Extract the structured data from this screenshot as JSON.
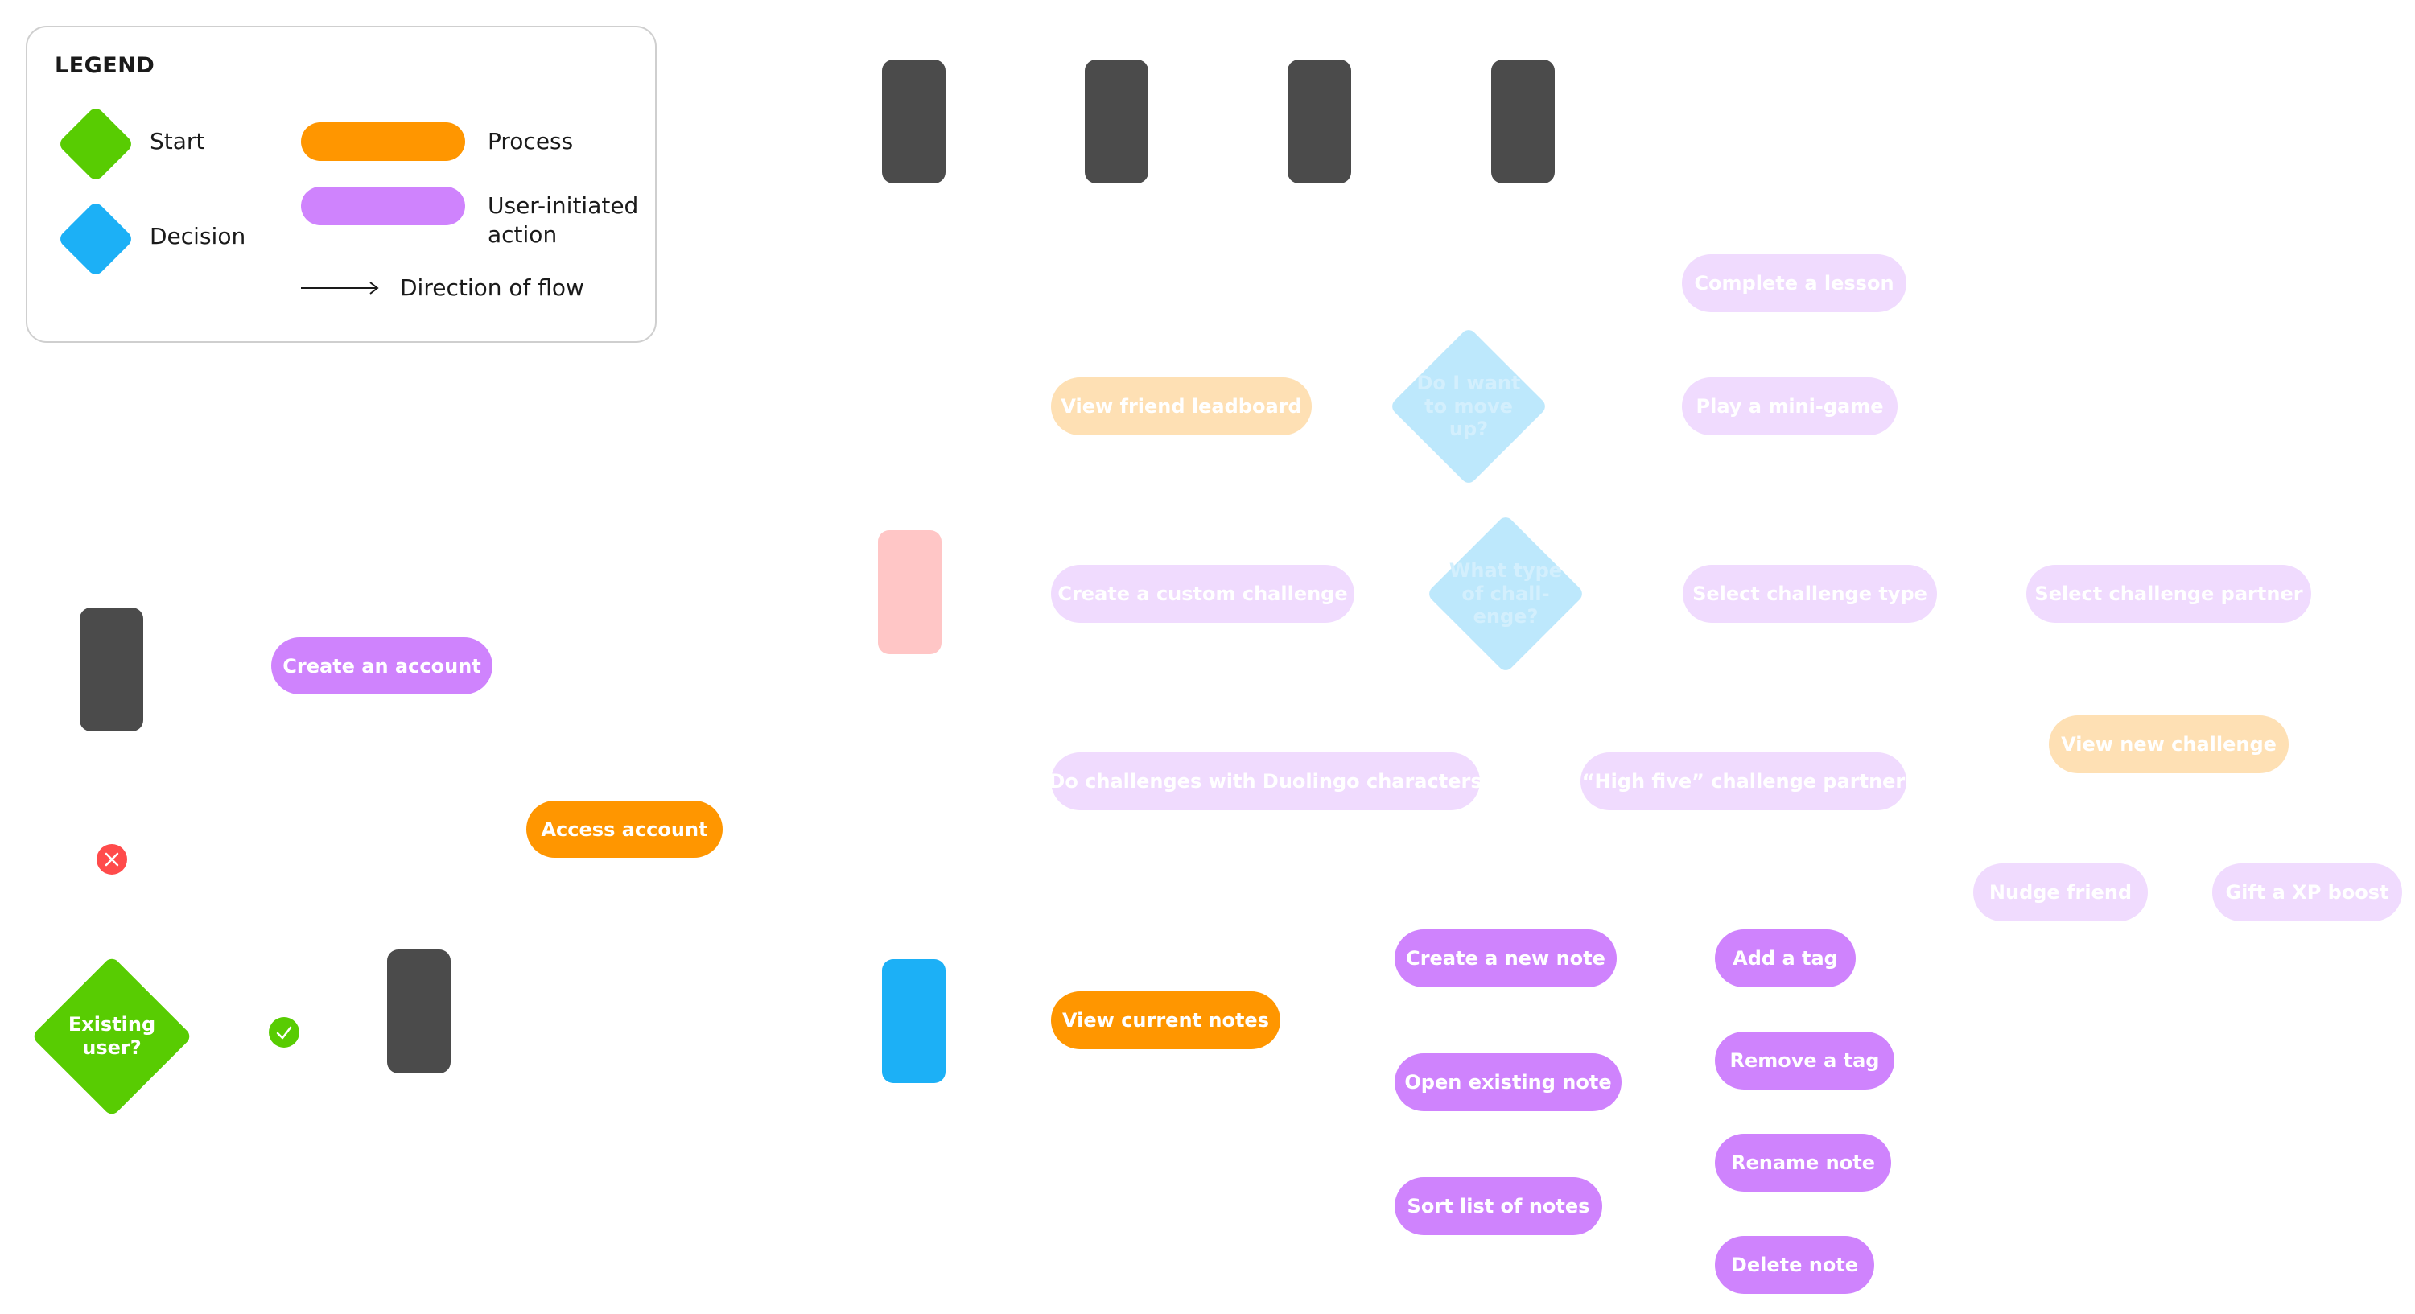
{
  "legend": {
    "title": "LEGEND",
    "items": [
      {
        "shape": "diamond",
        "label": "Start",
        "color": "#58cc02"
      },
      {
        "shape": "diamond",
        "label": "Decision",
        "color": "#1cb0f6"
      },
      {
        "shape": "pill",
        "label": "Process",
        "color": "#ff9600"
      },
      {
        "shape": "pill",
        "label_line1": "User-initiated",
        "label_line2": "action",
        "color": "#cf83fd"
      },
      {
        "shape": "arrow",
        "label": "Direction of flow",
        "color": "#1a1a1a"
      }
    ]
  },
  "colors": {
    "start": "#58cc02",
    "decision": "#1cb0f6",
    "process": "#ff9600",
    "user_action": "#cf83fd",
    "screen": "#4b4b4b",
    "error": "#ff4b4b",
    "faded_user_action": "#f0dbfe",
    "faded_process": "#fee0b4",
    "faded_decision": "#bde8fc",
    "faded_screen": "#ffc6c6"
  },
  "onboarding": {
    "start_decision": {
      "line1": "Existing",
      "line2": "user?"
    },
    "no_icon": "x-circle-icon",
    "yes_icon": "check-circle-icon",
    "create_account": "Create an account",
    "access_account": "Access account"
  },
  "friends_flow": {
    "view_leaderboard": "View friend leadboard",
    "decision_move_up": {
      "line1": "Do I want",
      "line2": "to move",
      "line3": "up?"
    },
    "complete_lesson": "Complete a lesson",
    "play_minigame": "Play a mini-game",
    "create_custom_challenge": "Create a custom challenge",
    "decision_challenge_type": {
      "line1": "What type",
      "line2": "of chall-",
      "line3": "enge?"
    },
    "select_challenge_type": "Select challenge type",
    "select_challenge_partner": "Select challenge partner",
    "view_new_challenge": "View new challenge",
    "do_challenges_characters": "Do challenges with Duolingo characters",
    "high_five_partner": "“High five” challenge partner",
    "nudge_friend": "Nudge friend",
    "gift_xp_boost": "Gift a XP boost"
  },
  "notes_flow": {
    "view_current_notes": "View current notes",
    "create_new_note": "Create a new note",
    "open_existing_note": "Open existing note",
    "sort_notes": "Sort list of notes",
    "add_tag": "Add a tag",
    "remove_tag": "Remove a tag",
    "rename_note": "Rename note",
    "delete_note": "Delete note"
  }
}
